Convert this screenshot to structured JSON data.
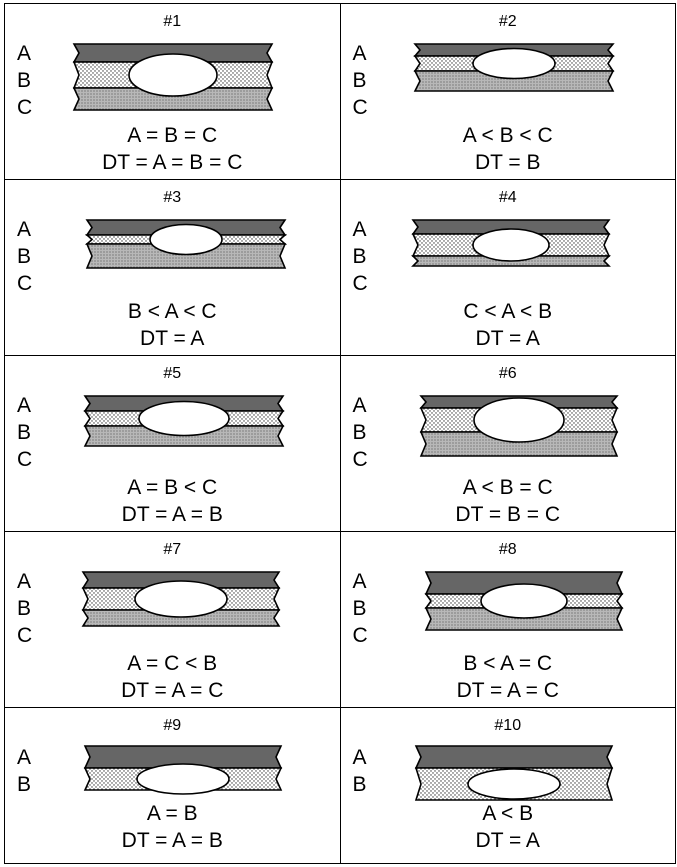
{
  "cells": [
    {
      "title": "#1",
      "letters": [
        "A",
        "B",
        "C"
      ],
      "eq1": "A = B = C",
      "eq2": "DT = A = B = C",
      "layers": [
        {
          "fill": "dark",
          "h": 18
        },
        {
          "fill": "dots",
          "h": 26
        },
        {
          "fill": "light",
          "h": 22
        }
      ],
      "ellipse": {
        "w": 88,
        "h": 42
      },
      "width": 198,
      "offset": 6
    },
    {
      "title": "#2",
      "letters": [
        "A",
        "B",
        "C"
      ],
      "eq1": "A < B < C",
      "eq2": "DT = B",
      "layers": [
        {
          "fill": "dark",
          "h": 12
        },
        {
          "fill": "dots",
          "h": 15
        },
        {
          "fill": "light",
          "h": 20
        }
      ],
      "ellipse": {
        "w": 82,
        "h": 30
      },
      "width": 198,
      "offset": 11
    },
    {
      "title": "#3",
      "letters": [
        "A",
        "B",
        "C"
      ],
      "eq1": "B < A < C",
      "eq2": "DT = A",
      "layers": [
        {
          "fill": "dark",
          "h": 15
        },
        {
          "fill": "dots",
          "h": 9
        },
        {
          "fill": "light",
          "h": 24
        }
      ],
      "ellipse": {
        "w": 72,
        "h": 30
      },
      "width": 198,
      "offset": 19
    },
    {
      "title": "#4",
      "letters": [
        "A",
        "B",
        "C"
      ],
      "eq1": "C < A < B",
      "eq2": "DT = A",
      "layers": [
        {
          "fill": "dark",
          "h": 14
        },
        {
          "fill": "dots",
          "h": 22
        },
        {
          "fill": "light",
          "h": 10
        }
      ],
      "ellipse": {
        "w": 76,
        "h": 32
      },
      "width": 196,
      "offset": 9
    },
    {
      "title": "#5",
      "letters": [
        "A",
        "B",
        "C"
      ],
      "eq1": "A = B < C",
      "eq2": "DT = A = B",
      "layers": [
        {
          "fill": "dark",
          "h": 15
        },
        {
          "fill": "dots",
          "h": 15
        },
        {
          "fill": "light",
          "h": 20
        }
      ],
      "ellipse": {
        "w": 90,
        "h": 34
      },
      "width": 198,
      "offset": 17
    },
    {
      "title": "#6",
      "letters": [
        "A",
        "B",
        "C"
      ],
      "eq1": "A < B = C",
      "eq2": "DT = B = C",
      "layers": [
        {
          "fill": "dark",
          "h": 12
        },
        {
          "fill": "dots",
          "h": 24
        },
        {
          "fill": "light",
          "h": 24
        }
      ],
      "ellipse": {
        "w": 90,
        "h": 44
      },
      "width": 196,
      "offset": 17
    },
    {
      "title": "#7",
      "letters": [
        "A",
        "B",
        "C"
      ],
      "eq1": "A = C < B",
      "eq2": "DT = A = C",
      "layers": [
        {
          "fill": "dark",
          "h": 16
        },
        {
          "fill": "dots",
          "h": 22
        },
        {
          "fill": "light",
          "h": 16
        }
      ],
      "ellipse": {
        "w": 92,
        "h": 36
      },
      "width": 196,
      "offset": 15
    },
    {
      "title": "#8",
      "letters": [
        "A",
        "B",
        "C"
      ],
      "eq1": "B < A = C",
      "eq2": "DT = A = C",
      "layers": [
        {
          "fill": "dark",
          "h": 22
        },
        {
          "fill": "dots",
          "h": 14
        },
        {
          "fill": "light",
          "h": 22
        }
      ],
      "ellipse": {
        "w": 86,
        "h": 34
      },
      "width": 196,
      "offset": 22
    },
    {
      "title": "#9",
      "letters": [
        "A",
        "B"
      ],
      "eq1": "A = B",
      "eq2": "DT = A = B",
      "layers": [
        {
          "fill": "dark",
          "h": 22
        },
        {
          "fill": "dots",
          "h": 22
        }
      ],
      "ellipse": {
        "w": 92,
        "h": 30
      },
      "width": 196,
      "offset": 17
    },
    {
      "title": "#10",
      "letters": [
        "A",
        "B"
      ],
      "eq1": "A < B",
      "eq2": "DT = A",
      "layers": [
        {
          "fill": "dark",
          "h": 22
        },
        {
          "fill": "dots",
          "h": 32
        }
      ],
      "ellipse": {
        "w": 92,
        "h": 30
      },
      "width": 196,
      "offset": 12
    }
  ]
}
